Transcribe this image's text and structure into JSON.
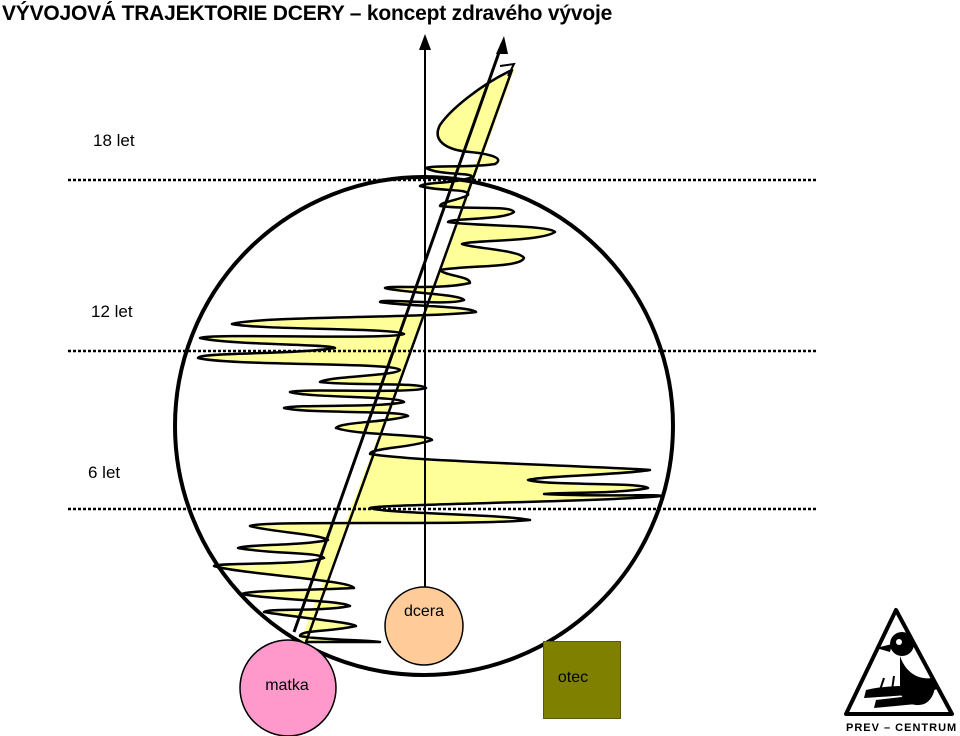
{
  "title": "VÝVOJOVÁ TRAJEKTORIE DCERY – koncept zdravého vývoje",
  "ages": {
    "a18": "18 let",
    "a12": "12 let",
    "a6": "6 let"
  },
  "nodes": {
    "daughter": "dcera",
    "mother": "matka",
    "father": "otec"
  },
  "logo_text": "PREV – CENTRUM",
  "colors": {
    "trajectory_fill": "#ffff99",
    "daughter_fill": "#ffcc99",
    "mother_fill": "#ff99cc",
    "father_fill": "#808000"
  }
}
